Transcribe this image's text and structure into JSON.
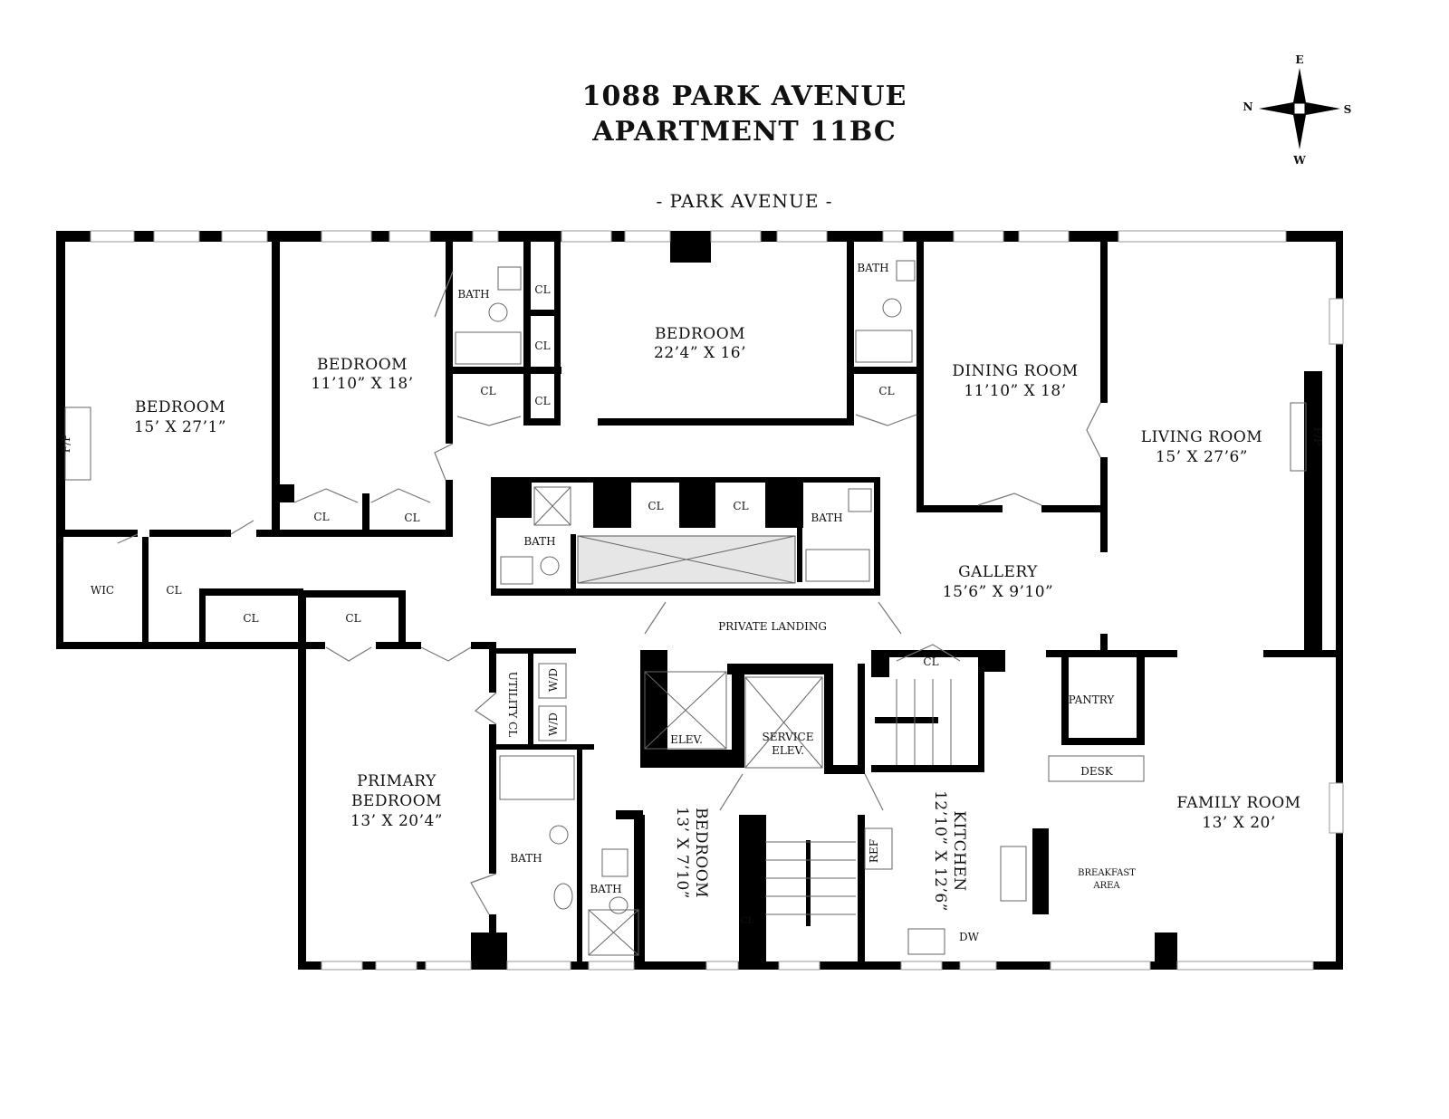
{
  "header": {
    "title_line1": "1088 PARK AVENUE",
    "title_line2": "APARTMENT 11BC",
    "street": "- PARK AVENUE -"
  },
  "compass": {
    "north": "N",
    "south": "S",
    "east": "E",
    "west": "W"
  },
  "rooms": {
    "bedroom_west": {
      "name": "BEDROOM",
      "dims": "15’ X 27’1”"
    },
    "bedroom_2": {
      "name": "BEDROOM",
      "dims": "11’10” X 18’"
    },
    "bedroom_3": {
      "name": "BEDROOM",
      "dims": "22’4” X 16’"
    },
    "dining": {
      "name": "DINING ROOM",
      "dims": "11’10” X 18’"
    },
    "living": {
      "name": "LIVING ROOM",
      "dims": "15’ X 27’6”"
    },
    "gallery": {
      "name": "GALLERY",
      "dims": "15’6” X 9’10”"
    },
    "private_landing": {
      "name": "PRIVATE LANDING"
    },
    "family": {
      "name": "FAMILY ROOM",
      "dims": "13’ X 20’"
    },
    "primary": {
      "line1": "PRIMARY",
      "line2": "BEDROOM",
      "dims": "13’ X 20’4”"
    },
    "bedroom_small": {
      "name": "BEDROOM",
      "dims": "13’ X 7’10”"
    },
    "kitchen": {
      "name": "KITCHEN",
      "dims": "12’10” X 12’6”"
    }
  },
  "labels": {
    "bath": "BATH",
    "cl": "CL",
    "wic": "WIC",
    "fp": "F/P",
    "utility_cl": "UTILITY CL",
    "wd": "W/D",
    "elev": "ELEV.",
    "service": "SERVICE",
    "service_elev": "ELEV.",
    "pantry": "PANTRY",
    "desk": "DESK",
    "breakfast1": "BREAKFAST",
    "breakfast2": "AREA",
    "ref": "REF",
    "dw": "DW"
  }
}
